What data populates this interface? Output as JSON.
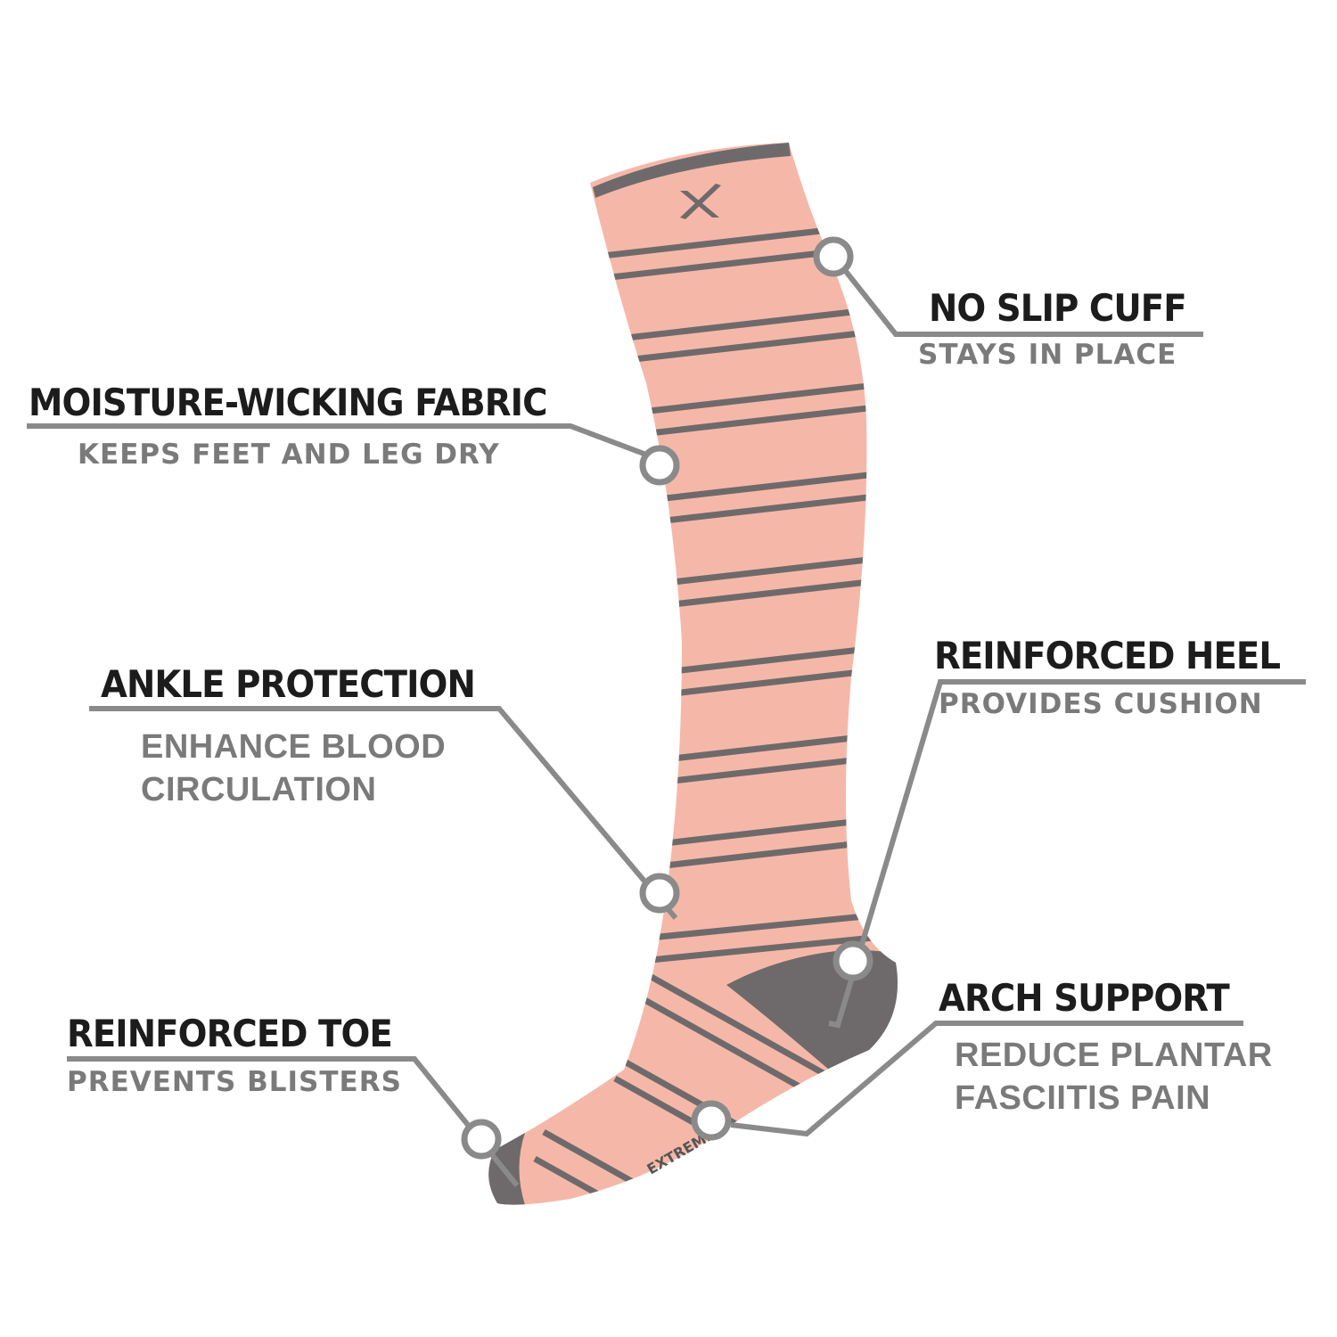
{
  "brand_text": "EXTREME",
  "colors": {
    "sock": "#f5b8a8",
    "stripe": "#6e6a6c",
    "callout": "#8a8a8a",
    "heading": "#1c1c1c",
    "sub": "#7a7a7a"
  },
  "callouts": [
    {
      "title": "NO SLIP CUFF",
      "subtitle": "STAYS IN PLACE"
    },
    {
      "title": "MOISTURE-WICKING FABRIC",
      "subtitle": "KEEPS FEET AND LEG DRY"
    },
    {
      "title": "ANKLE PROTECTION",
      "subtitle_lines": [
        "ENHANCE BLOOD",
        "CIRCULATION"
      ]
    },
    {
      "title": "REINFORCED HEEL",
      "subtitle": "PROVIDES CUSHION"
    },
    {
      "title": "ARCH SUPPORT",
      "subtitle_lines": [
        "REDUCE PLANTAR",
        "FASCIITIS PAIN"
      ]
    },
    {
      "title": "REINFORCED TOE",
      "subtitle": "PREVENTS BLISTERS"
    }
  ]
}
